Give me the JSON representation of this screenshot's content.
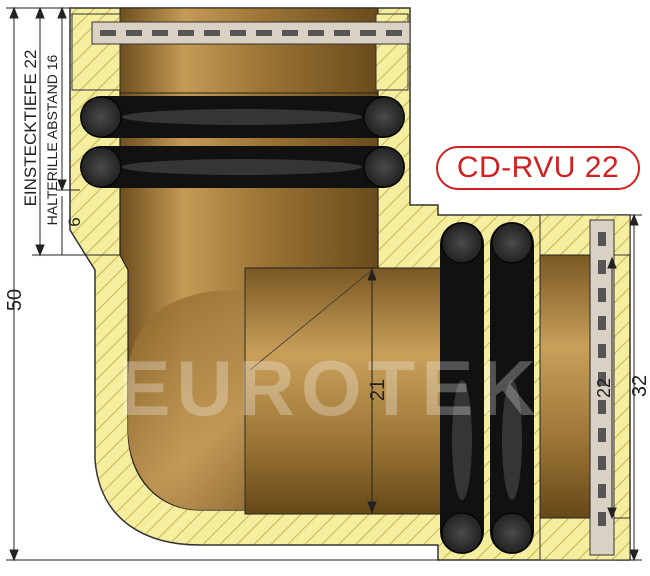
{
  "product_code": "CD-RVU 22",
  "watermark": "EUROTEK",
  "dimensions": {
    "total_height": "50",
    "insertion_depth": "EINSTECKTIEFE 22",
    "rib_distance": "HALTERILLE ABSTAND 16",
    "offset": "6",
    "bore": "21",
    "inner": "22",
    "outer": "32"
  },
  "colors": {
    "title_red": "#d21f1f",
    "section_hatch": "#f3eb9a",
    "brass": "#b48a45",
    "seal": "#2b2b2b"
  }
}
